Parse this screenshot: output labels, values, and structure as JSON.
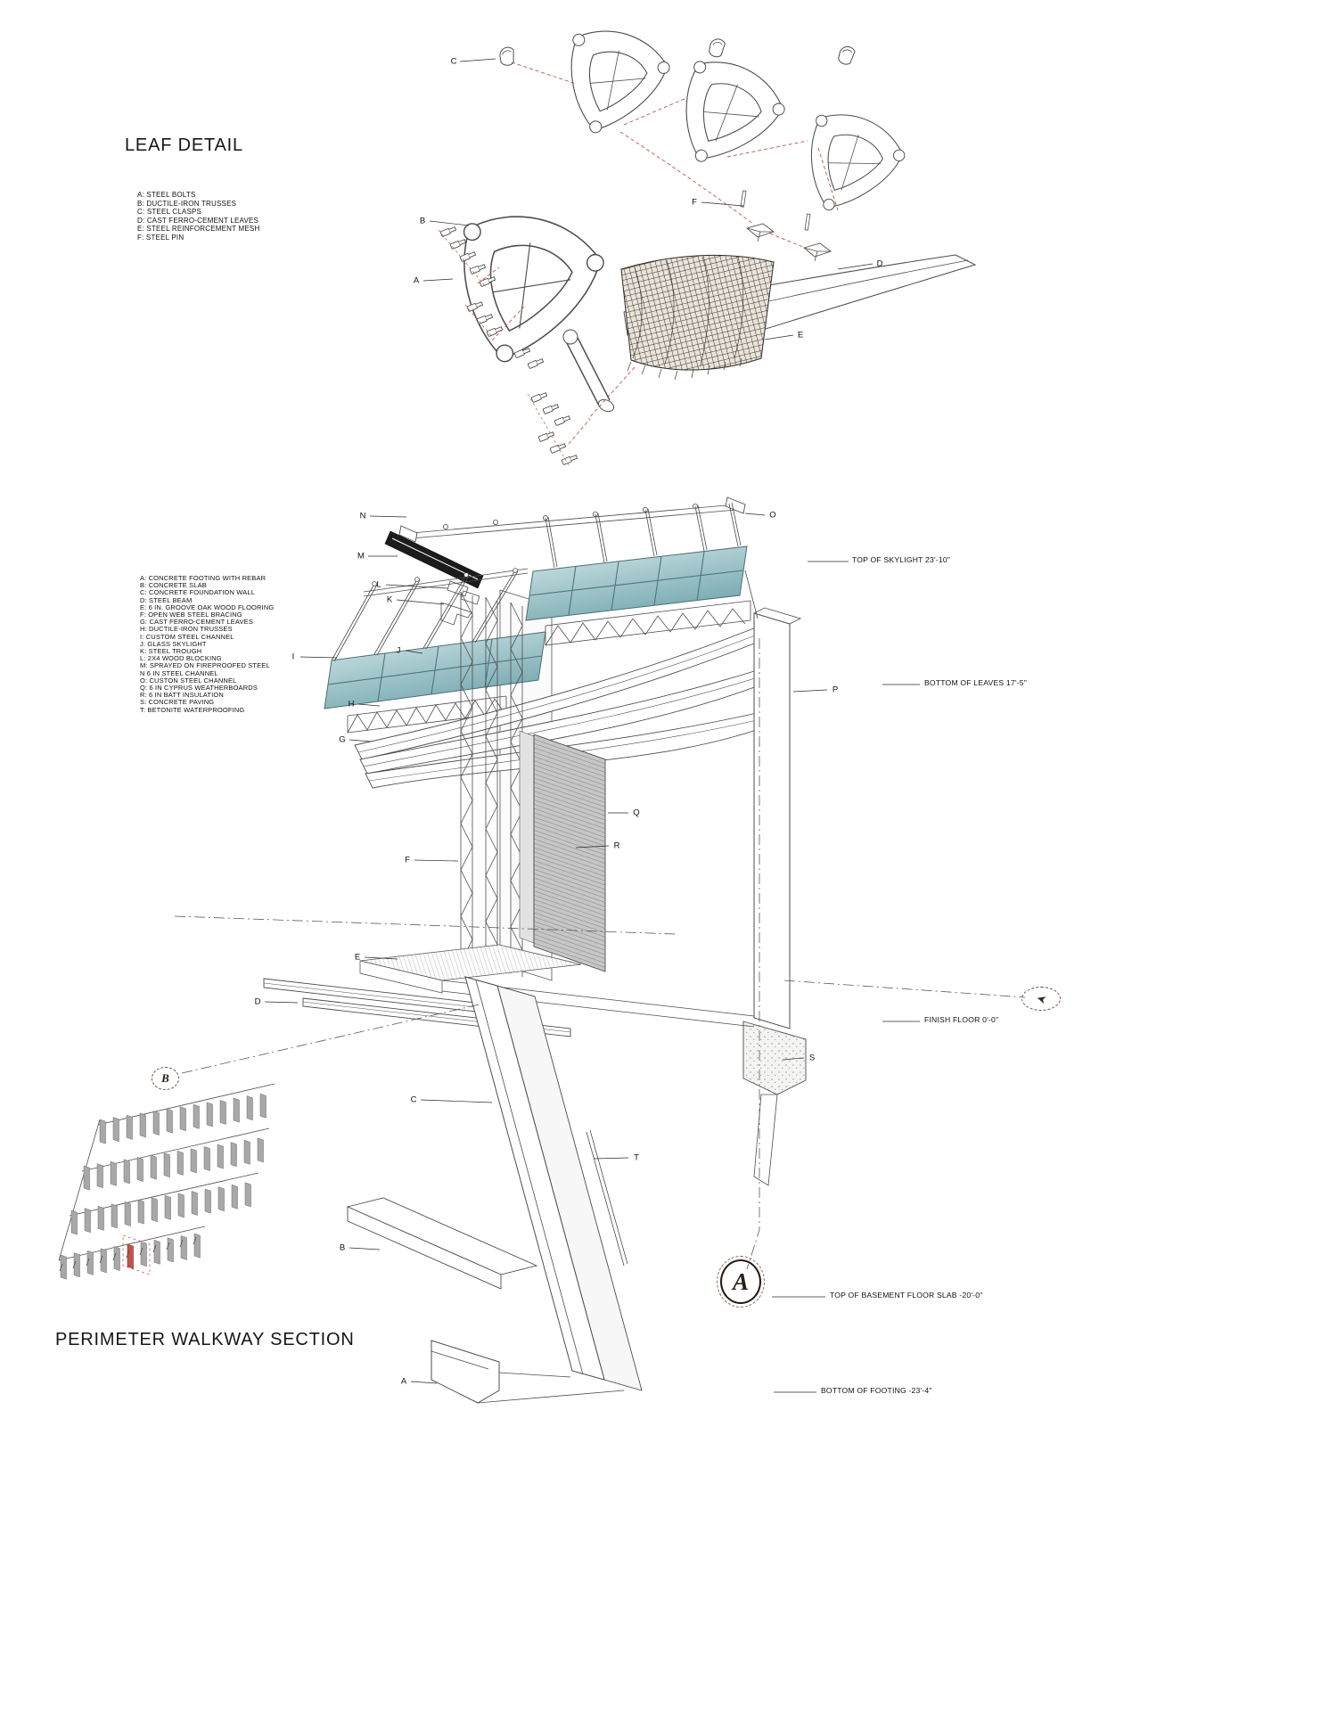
{
  "leaf_detail": {
    "title": "LEAF DETAIL",
    "legend": [
      "A: STEEL BOLTS",
      "B: DUCTILE-IRON TRUSSES",
      "C: STEEL CLASPS",
      "D: CAST  FERRO-CEMENT LEAVES",
      "E: STEEL REINFORCEMENT MESH",
      "F: STEEL PIN"
    ],
    "callouts": [
      "C",
      "F",
      "B",
      "A",
      "D",
      "E"
    ]
  },
  "walkway_section": {
    "title": "PERIMETER WALKWAY SECTION",
    "legend": [
      "A: CONCRETE FOOTING WITH REBAR",
      "B: CONCRETE SLAB",
      "C: CONCRETE FOUNDATION WALL",
      "D: STEEL BEAM",
      "E: 6 IN. GROOVE OAK WOOD FLOORING",
      "F: OPEN WEB STEEL BRACING",
      "G: CAST  FERRO-CEMENT LEAVES",
      "H: DUCTILE-IRON TRUSSES",
      "I: CUSTOM STEEL CHANNEL",
      "J: GLASS SKYLIGHT",
      "K: STEEL TROUGH",
      "L: 2X4 WOOD BLOCKING",
      "M: SPRAYED ON FIREPROOFED STEEL",
      "N 6 IN STEEL CHANNEL",
      "O: CUSTON STEEL CHANNEL",
      "Q: 6 IN CYPRUS WEATHERBOARDS",
      "R: 6 IN BATT INSULATION",
      "S: CONCRETE PAVING",
      "T: BETONITE WATERPROOFING"
    ],
    "callouts_left": [
      "N",
      "M",
      "L",
      "K",
      "I",
      "J",
      "H",
      "G",
      "F",
      "E",
      "D",
      "C",
      "B",
      "A"
    ],
    "callouts_right": [
      "O",
      "P",
      "Q",
      "R",
      "S",
      "T"
    ],
    "elevations": [
      "TOP OF SKYLIGHT 23'-10\"",
      "BOTTOM OF LEAVES 17'-5\"",
      "FINISH FLOOR  0'-0\"",
      "TOP OF BASEMENT FLOOR SLAB  -20'-0\"",
      "BOTTOM OF FOOTING  -23'-4\""
    ]
  },
  "markers": {
    "detail_circle": "B",
    "section_circle": "A",
    "arrow_glyph": "➤"
  },
  "colors": {
    "linework": "#4d4d4d",
    "glass_teal": "#8fb8bd",
    "accent_red": "#c0534a",
    "panel_gray": "#c6c6c6",
    "dark_steel": "#1c1c1c",
    "marker_brown": "#6b4a3e"
  }
}
